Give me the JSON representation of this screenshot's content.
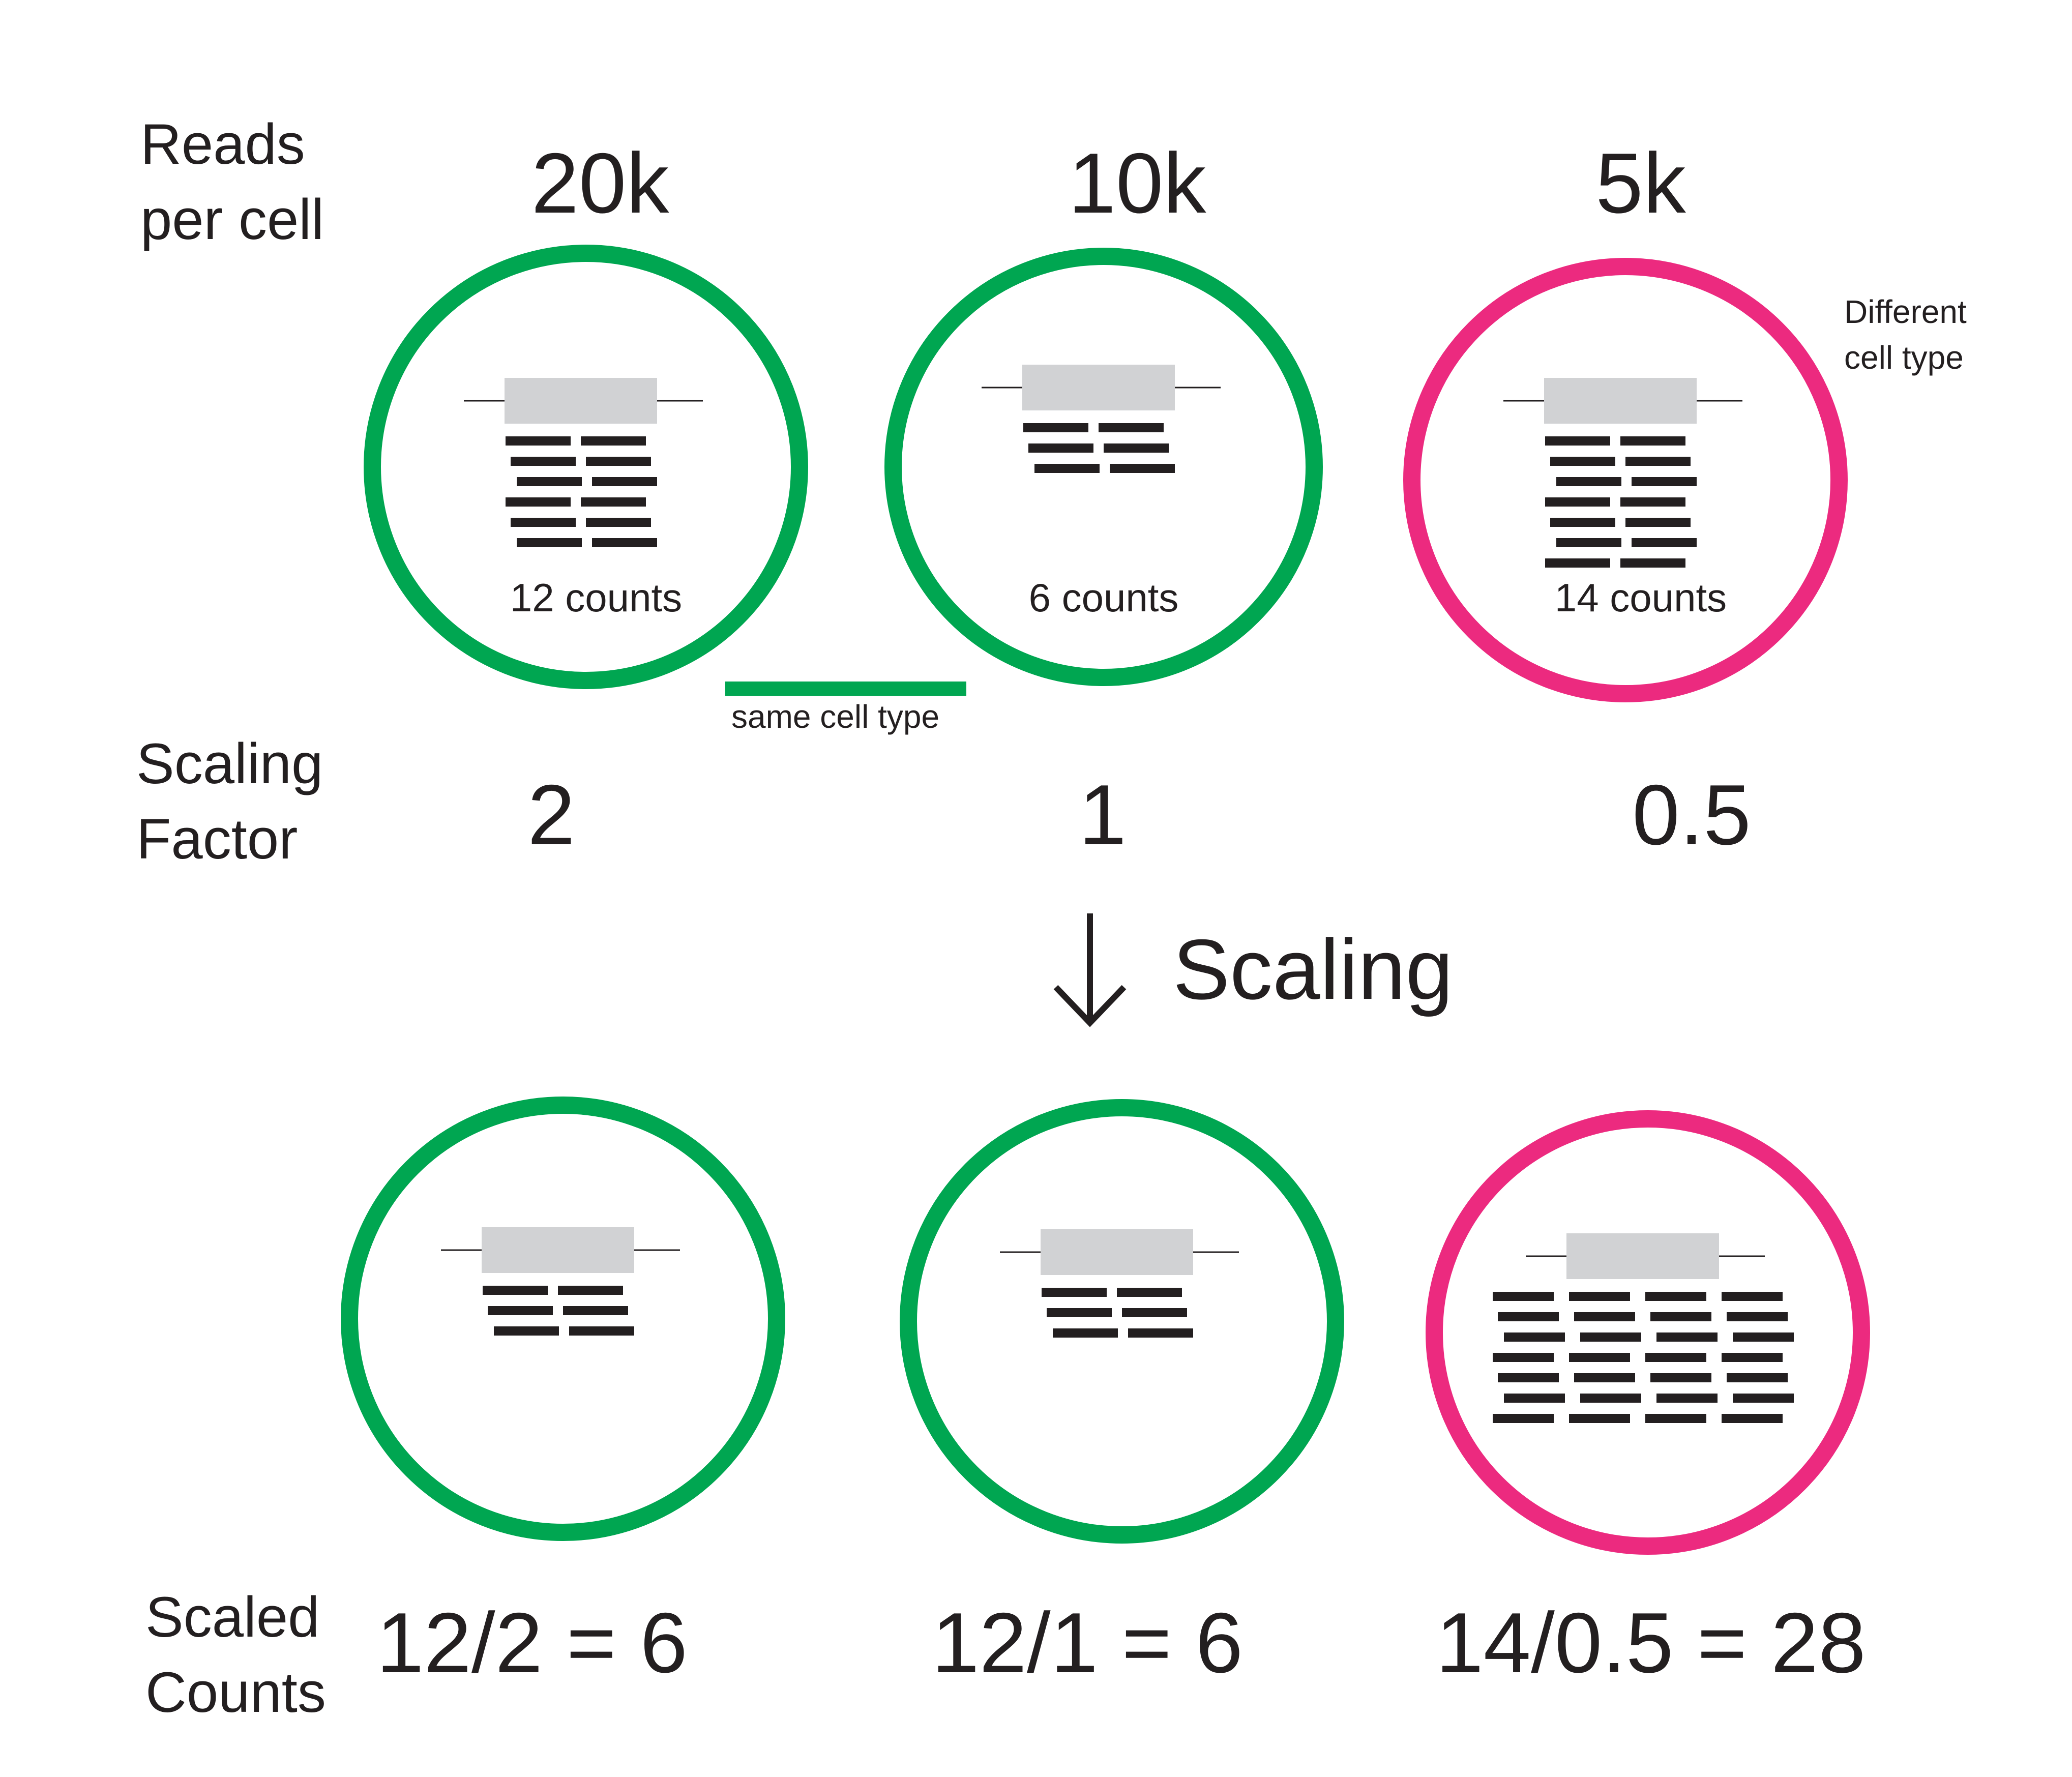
{
  "colors": {
    "same_cell_type": "#00a651",
    "different_cell_type": "#ec2a7f",
    "gene_box": "#d1d2d4",
    "read_bar": "#231f20"
  },
  "labels": {
    "reads_per_cell": "Reads\nper cell",
    "scaling_factor": "Scaling\nFactor",
    "scaled_counts": "Scaled\nCounts",
    "same_cell_type": "same cell type",
    "different_cell_type": "Different\ncell type",
    "scaling_step": "Scaling",
    "arrow_icon": "down-arrow-icon"
  },
  "cells": [
    {
      "reads": "20k",
      "counts_label": "12 counts",
      "scaling_factor": "2",
      "scaled_formula": "12/2 = 6",
      "type": "same",
      "raw_reads": 12,
      "scaled_reads": 6
    },
    {
      "reads": "10k",
      "counts_label": "6 counts",
      "scaling_factor": "1",
      "scaled_formula": "12/1 = 6",
      "type": "same",
      "raw_reads": 6,
      "scaled_reads": 6
    },
    {
      "reads": "5k",
      "counts_label": "14 counts",
      "scaling_factor": "0.5",
      "scaled_formula": "14/0.5 = 28",
      "type": "different",
      "raw_reads": 14,
      "scaled_reads": 28
    }
  ]
}
